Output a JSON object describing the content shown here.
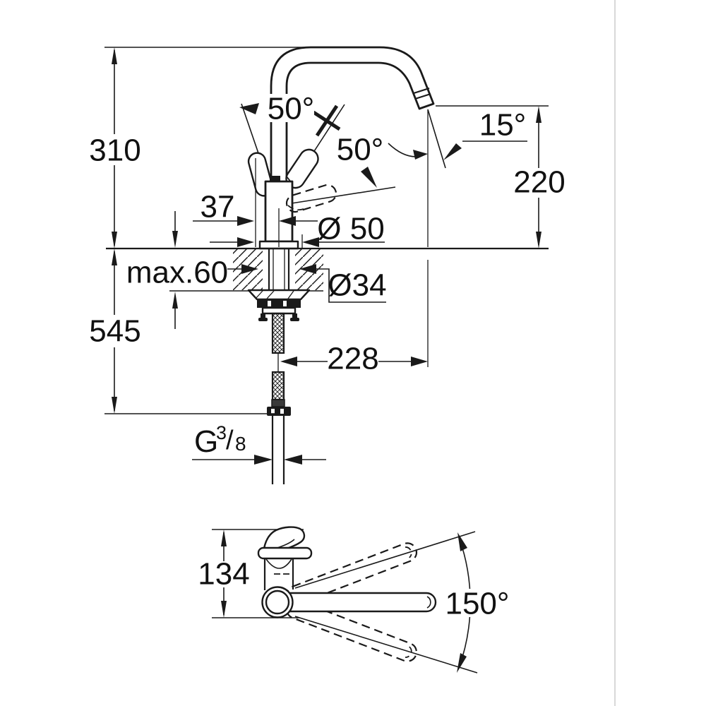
{
  "page": {
    "background": "#ffffff",
    "right_divider_color": "#cccccc"
  },
  "drawing": {
    "kind": "technical-dimension-drawing",
    "subject": "single-lever kitchen faucet with high swivel spout, side elevation and plan view",
    "ink_color": "#1a1a1a",
    "side_view": {
      "height_to_spout_top": "310",
      "height_below_to_hose_end": "545",
      "max_counter_thickness": "max.60",
      "lever_offset": "37",
      "base_diameter": "Ø 50",
      "hole_diameter": "Ø34",
      "spout_reach": "228",
      "outlet_height": "220",
      "lever_angle_left": "50°",
      "lever_angle_right": "50°",
      "outlet_angle": "15°",
      "thread_letter": "G",
      "thread_numerator": "3",
      "thread_slash": "/",
      "thread_denominator": "8"
    },
    "top_view": {
      "body_depth": "134",
      "swivel_range": "150°"
    }
  }
}
